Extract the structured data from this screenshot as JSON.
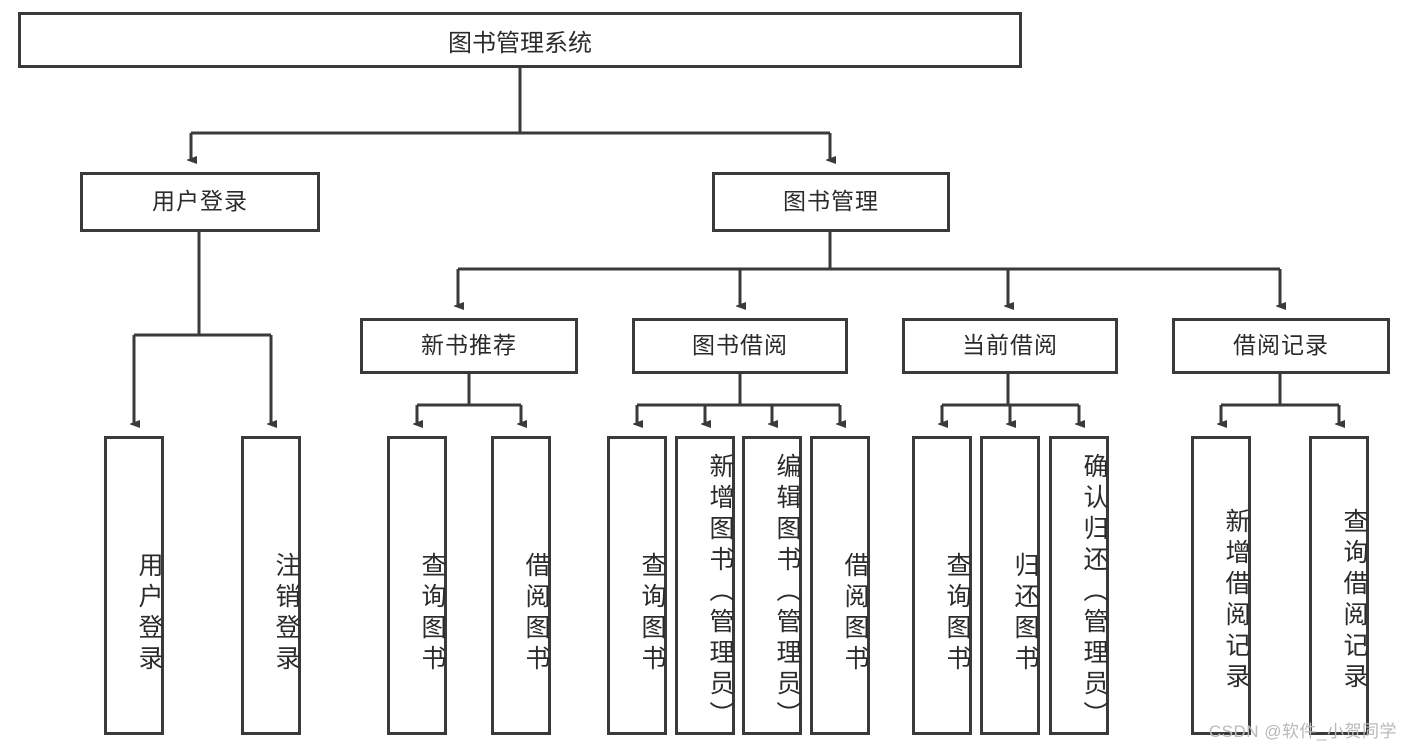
{
  "diagram": {
    "title": "图书管理系统",
    "root": {
      "label": "图书管理系统"
    },
    "level2": [
      {
        "label": "用户登录"
      },
      {
        "label": "图书管理"
      }
    ],
    "level3": [
      {
        "label": "新书推荐"
      },
      {
        "label": "图书借阅"
      },
      {
        "label": "当前借阅"
      },
      {
        "label": "借阅记录"
      }
    ],
    "leaves": {
      "user_login": [
        {
          "label": "用户登录"
        },
        {
          "label": "注销登录"
        }
      ],
      "new_book_recommend": [
        {
          "label": "查询图书"
        },
        {
          "label": "借阅图书"
        }
      ],
      "book_borrow": [
        {
          "label": "查询图书"
        },
        {
          "label": "新增图书（管理员）"
        },
        {
          "label": "编辑图书（管理员）"
        },
        {
          "label": "借阅图书"
        }
      ],
      "current_borrow": [
        {
          "label": "查询图书"
        },
        {
          "label": "归还图书"
        },
        {
          "label": "确认归还（管理员）"
        }
      ],
      "borrow_record": [
        {
          "label": "新增借阅记录"
        },
        {
          "label": "查询借阅记录"
        }
      ]
    }
  },
  "watermark": {
    "text": "CSDN @软件_小贺同学"
  },
  "colors": {
    "line": "#3a3a3a",
    "text": "#2b2b2b",
    "background": "#ffffff",
    "watermark": "#b9b9b9"
  }
}
